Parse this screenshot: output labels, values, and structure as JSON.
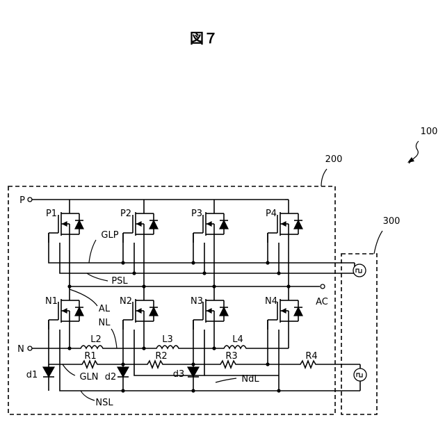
{
  "title": "図７",
  "refs": {
    "system": "100",
    "module": "200",
    "driver": "300"
  },
  "terminals": {
    "p": "P",
    "n": "N",
    "ac": "AC"
  },
  "lines": {
    "glp": "GLP",
    "psl": "PSL",
    "al": "AL",
    "nl": "NL",
    "gln": "GLN",
    "nsl": "NSL",
    "ndl": "NdL"
  },
  "p_switches": [
    "P1",
    "P2",
    "P3",
    "P4"
  ],
  "n_switches": [
    "N1",
    "N2",
    "N3",
    "N4"
  ],
  "inductors": [
    "L2",
    "L3",
    "L4"
  ],
  "resistors": [
    "R1",
    "R2",
    "R3",
    "R4"
  ],
  "diodes": [
    "d1",
    "d2",
    "d3"
  ]
}
